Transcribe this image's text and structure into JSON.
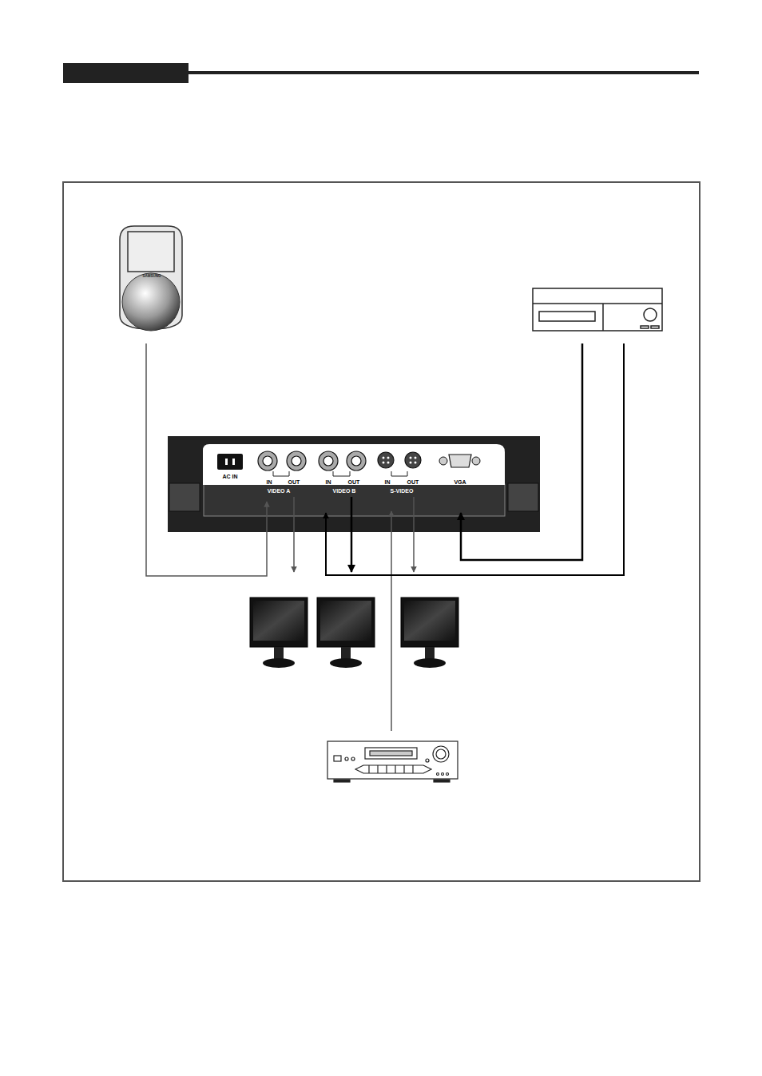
{
  "diagram": {
    "labels": [
      "SAMSUNG",
      "AC IN",
      "IN",
      "OUT",
      "VIDEO A",
      "IN",
      "OUT",
      "VIDEO B",
      "IN",
      "OUT",
      "S-VIDEO",
      "VGA"
    ]
  }
}
